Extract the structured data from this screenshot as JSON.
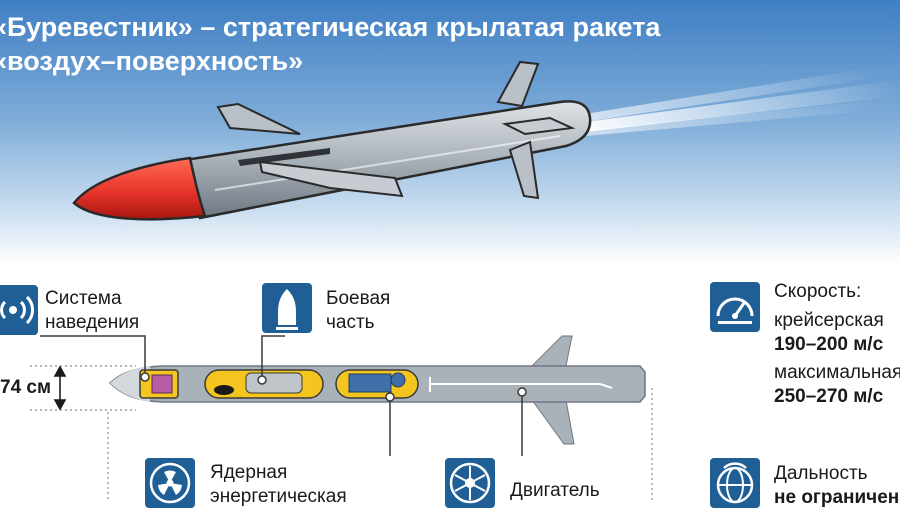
{
  "title": {
    "line1": "«Буревестник» – стратегическая крылатая ракета",
    "line2": "«воздух–поверхность»"
  },
  "labels": {
    "guidance_1": "Система",
    "guidance_2": "наведения",
    "warhead_1": "Боевая",
    "warhead_2": "часть",
    "nuclear_1": "Ядерная",
    "nuclear_2": "энергетическая",
    "engine": "Двигатель",
    "speed_title": "Скорость:",
    "cruise": "крейсерская",
    "cruise_value": "190–200 м/с",
    "max": "максимальная",
    "max_value": "250–270 м/с",
    "range_title": "Дальность",
    "range_value": "не ограничена",
    "diameter": "74 см"
  },
  "colors": {
    "sky_top": "#3f7fc4",
    "nose_red": "#e8352b",
    "body_gray": "#a9b1b9",
    "icon_blue": "#1f5f96",
    "component_yellow": "#f4c51e"
  },
  "icons": [
    "wifi-signal-icon",
    "warhead-icon",
    "radiation-icon",
    "engine-fan-icon",
    "speedometer-icon",
    "globe-icon"
  ]
}
